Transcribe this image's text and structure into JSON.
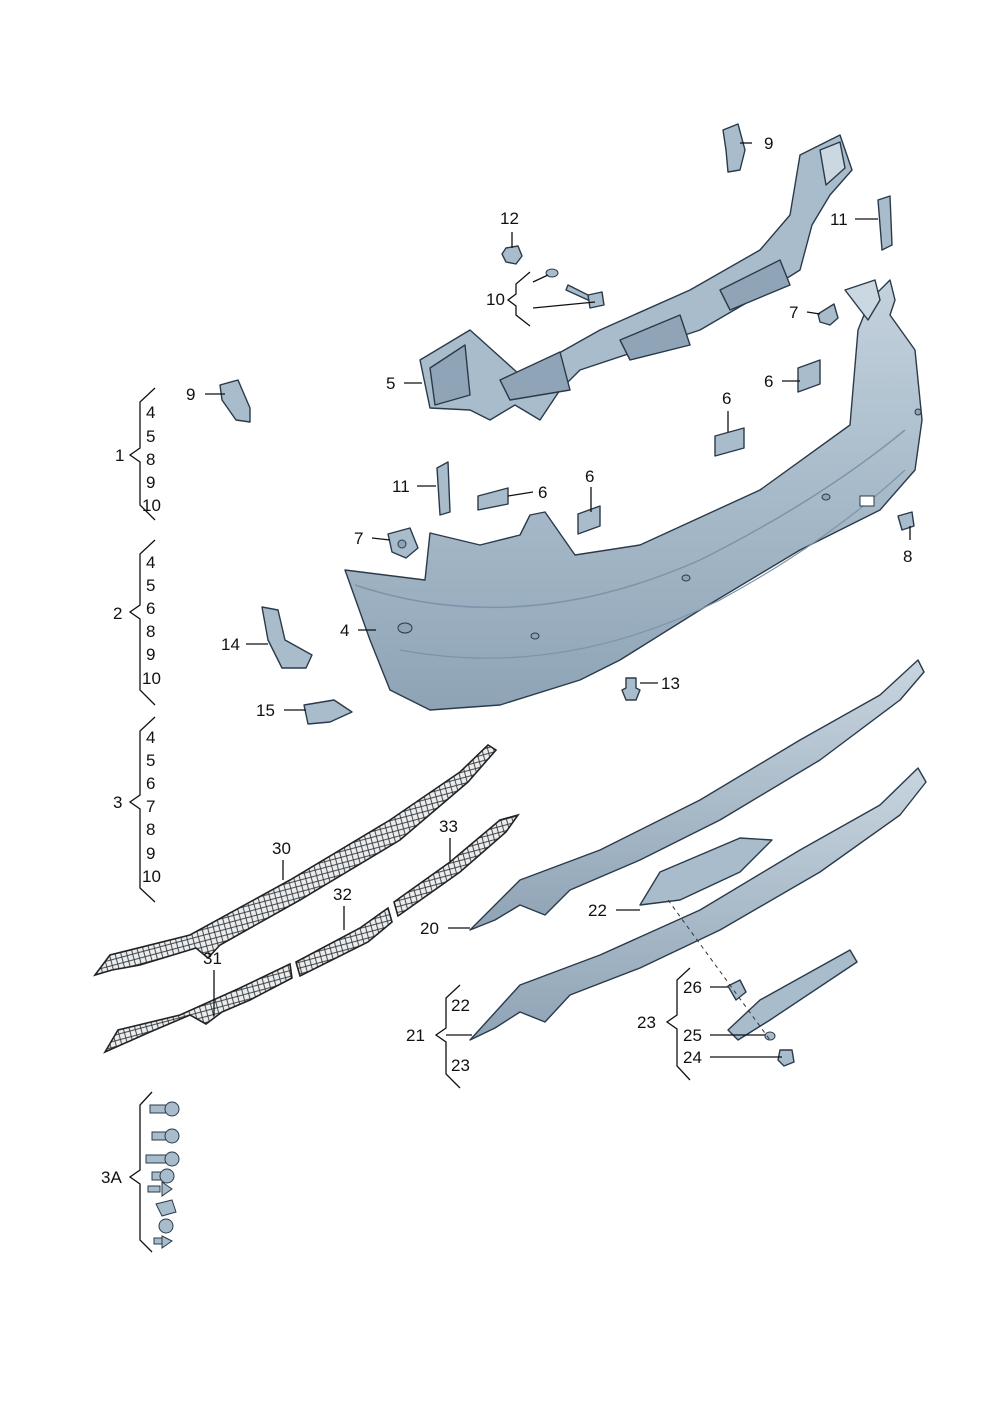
{
  "callouts": {
    "n1": "1",
    "n2": "2",
    "n3": "3",
    "n3A": "3A",
    "n4": "4",
    "n5": "5",
    "n6": "6",
    "n7": "7",
    "n8": "8",
    "n9": "9",
    "n10": "10",
    "n11": "11",
    "n12": "12",
    "n13": "13",
    "n14": "14",
    "n15": "15",
    "n20": "20",
    "n21": "21",
    "n22": "22",
    "n23": "23",
    "n24": "24",
    "n25": "25",
    "n26": "26",
    "n30": "30",
    "n31": "31",
    "n32": "32",
    "n33": "33"
  },
  "groups": {
    "g1": [
      "4",
      "5",
      "8",
      "9",
      "10"
    ],
    "g2": [
      "4",
      "5",
      "6",
      "8",
      "9",
      "10"
    ],
    "g3": [
      "4",
      "5",
      "6",
      "7",
      "8",
      "9",
      "10"
    ],
    "g21": [
      "22",
      "23"
    ]
  },
  "colors": {
    "part_fill": "#a9bccb",
    "part_dark": "#7d94a8",
    "part_light": "#cbd8e2",
    "outline": "#2a3a4a"
  }
}
